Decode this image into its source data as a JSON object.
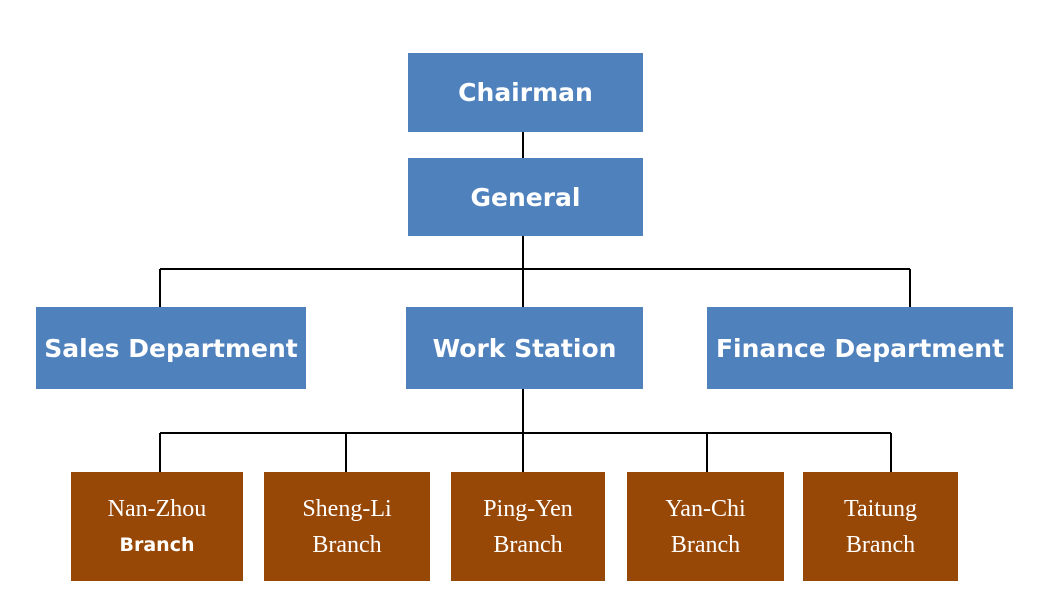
{
  "colors": {
    "top_box": "#4f81bd",
    "branch_box": "#974806",
    "text": "#ffffff",
    "connector": "#000000"
  },
  "nodes": {
    "chairman": "Chairman",
    "general": "General",
    "sales": "Sales Department",
    "work_station": "Work Station",
    "finance": "Finance Department"
  },
  "branches": [
    {
      "name": "Nan-Zhou",
      "suffix": "Branch"
    },
    {
      "name": "Sheng-Li",
      "suffix": "Branch"
    },
    {
      "name": "Ping-Yen",
      "suffix": "Branch"
    },
    {
      "name": "Yan-Chi",
      "suffix": "Branch"
    },
    {
      "name": "Taitung",
      "suffix": "Branch"
    }
  ]
}
